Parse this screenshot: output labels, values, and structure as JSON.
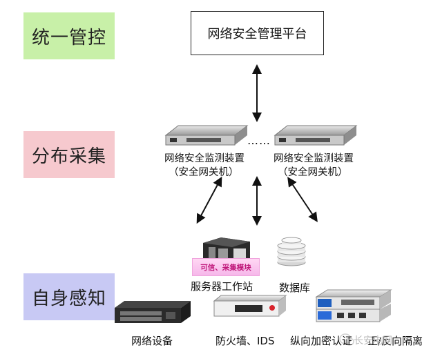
{
  "layers": {
    "top": {
      "label": "统一管控",
      "color": "#c8f0a8"
    },
    "middle": {
      "label": "分布采集",
      "color": "#f6c9ce"
    },
    "bottom": {
      "label": "自身感知",
      "color": "#c8c9f4"
    }
  },
  "platform": {
    "label": "网络安全管理平台"
  },
  "monitors": [
    {
      "name": "网络安全监测装置",
      "sub": "（安全网关机）"
    },
    {
      "name": "网络安全监测装置",
      "sub": "（安全网关机）"
    }
  ],
  "ellipsis": "……",
  "devices": {
    "server_badge": "可信、采集模块",
    "server": "服务器工作站",
    "database": "数据库",
    "switch": "网络设备",
    "firewall": "防火墙、IDS",
    "encryption": "纵向加密认证",
    "isolation": "正/反向隔离"
  },
  "watermark": "长安电网",
  "icons": [
    "arrow-icon",
    "rack-server-icon",
    "server-tower-icon",
    "database-icon",
    "switch-icon",
    "firewall-icon",
    "encryption-device-icon",
    "isolation-device-icon",
    "wechat-icon"
  ]
}
